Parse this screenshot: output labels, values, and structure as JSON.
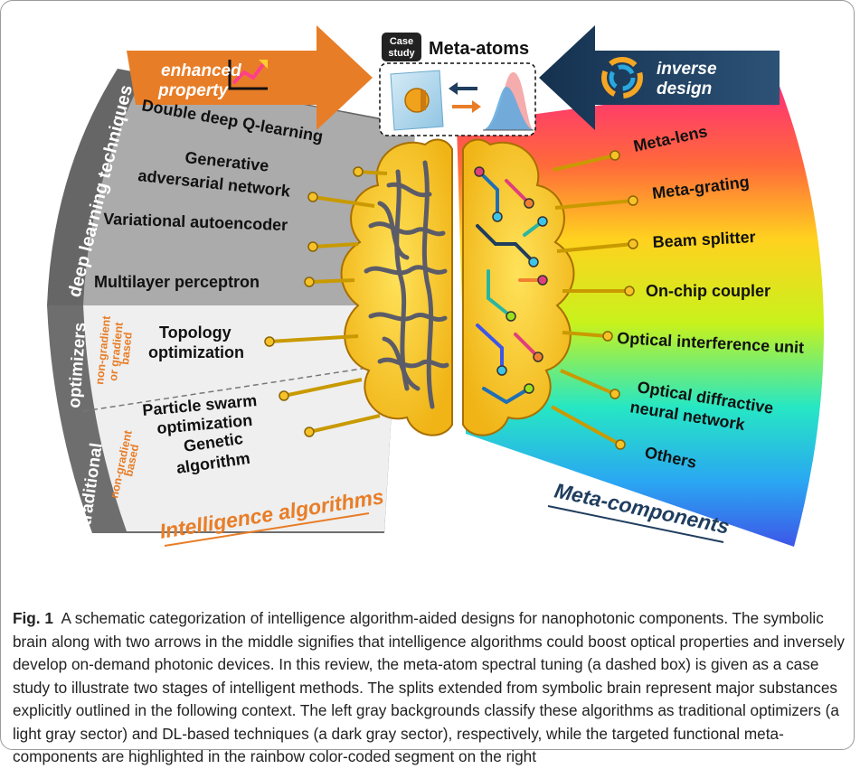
{
  "figure": {
    "case_study_badge_line1": "Case",
    "case_study_badge_line2": "study",
    "case_study_title": "Meta-atoms",
    "left_arrow_line1": "enhanced",
    "left_arrow_line2": "property",
    "right_arrow_line1": "inverse",
    "right_arrow_line2": "design",
    "left_band_dark": "deep learning techniques",
    "left_band_light_1": "traditional",
    "left_band_light_2": "optimizers",
    "sub_band_upper_1": "non-gradient",
    "sub_band_upper_2": "or gradient",
    "sub_band_upper_3": "based",
    "sub_band_lower_1": "non-gradient",
    "sub_band_lower_2": "based",
    "dl_items": {
      "dqn": "Double deep Q-learning",
      "gan_1": "Generative",
      "gan_2": "adversarial network",
      "vae": "Variational autoencoder",
      "mlp": "Multilayer perceptron"
    },
    "opt_items": {
      "topo_1": "Topology",
      "topo_2": "optimization",
      "pso_1": "Particle swarm",
      "pso_2": "optimization",
      "ga_1": "Genetic",
      "ga_2": "algorithm"
    },
    "meta_items": {
      "lens": "Meta-lens",
      "grating": "Meta-grating",
      "splitter": "Beam splitter",
      "coupler": "On-chip coupler",
      "interference": "Optical interference unit",
      "odnn_1": "Optical diffractive",
      "odnn_2": "neural network",
      "others": "Others"
    },
    "bottom_left_label": "Intelligence algorithms",
    "bottom_right_label": "Meta-components",
    "colors": {
      "orange": "#e87d27",
      "navy": "#1f3d5e",
      "dark_gray": "#ababab",
      "light_gray": "#eeeeee",
      "band_gray": "#666666",
      "brain": "#f6c228"
    }
  },
  "caption": {
    "label": "Fig. 1",
    "text": "A schematic categorization of intelligence algorithm-aided designs for nanophotonic components. The symbolic brain along with two arrows in the middle signifies that intelligence algorithms could boost optical properties and inversely develop on-demand photonic devices. In this review, the meta-atom spectral tuning (a dashed box) is given as a case study to illustrate two stages of intelligent methods. The splits extended from symbolic brain represent major substances explicitly outlined in the following context. The left gray backgrounds classify these algorithms as traditional optimizers (a light gray sector) and DL-based techniques (a dark gray sector), respectively, while the targeted functional meta-components are highlighted in the rainbow color-coded segment on the right"
  }
}
